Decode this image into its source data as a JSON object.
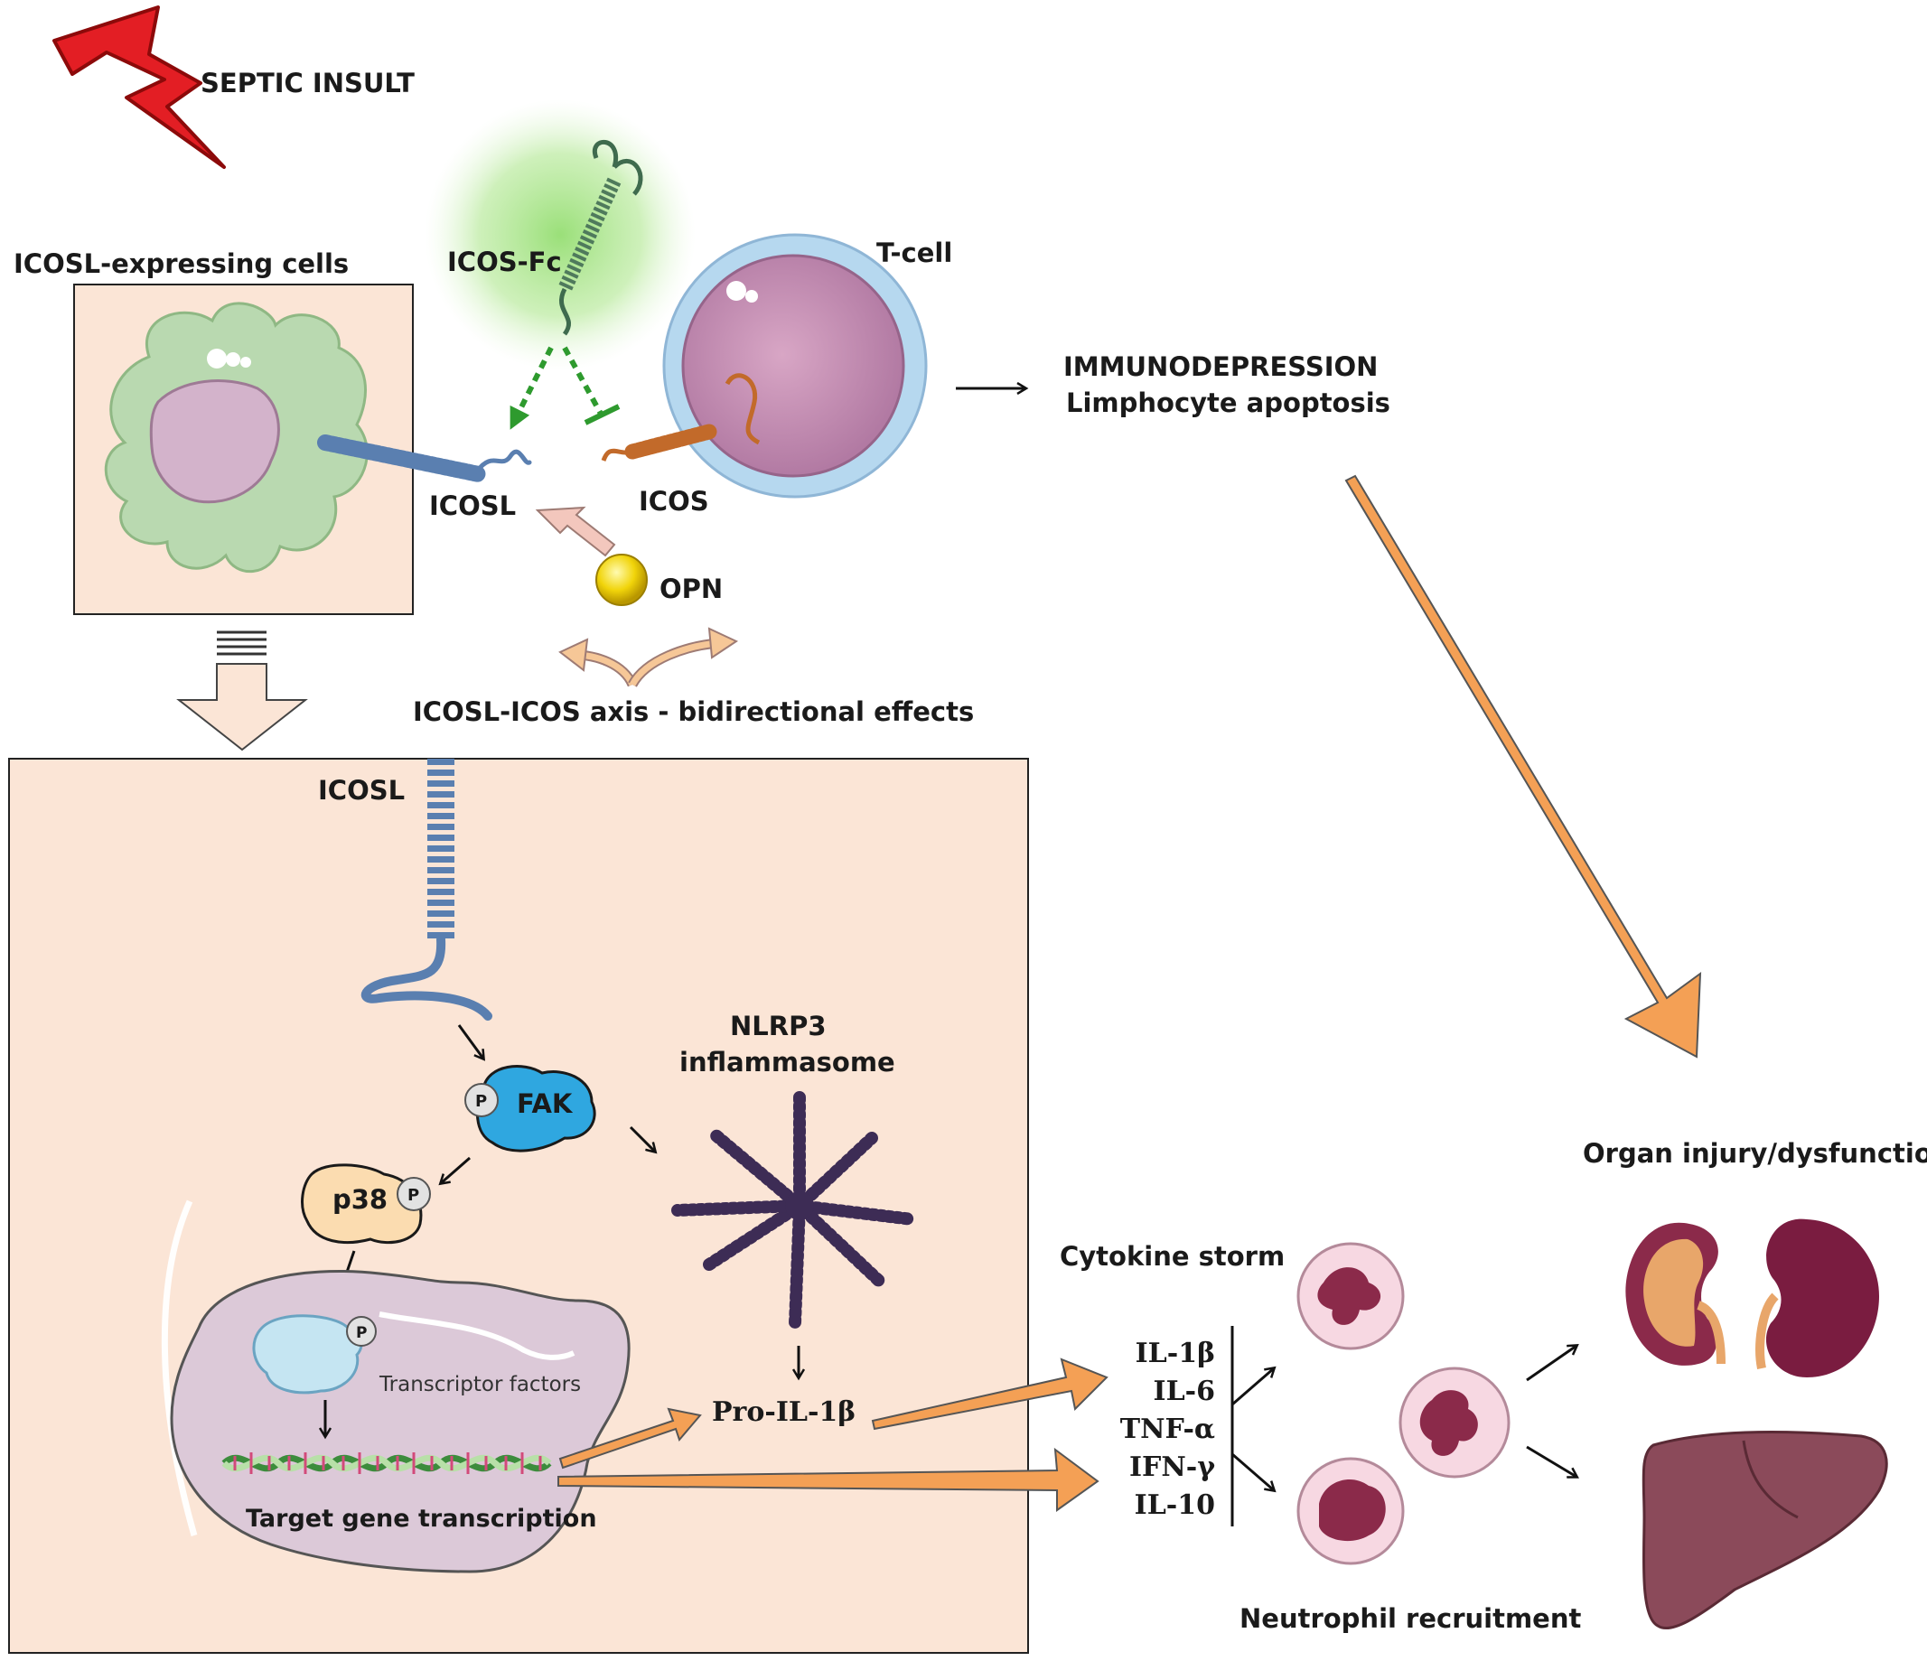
{
  "labels": {
    "septic_insult": "SEPTIC INSULT",
    "icosl_expressing_cells": "ICOSL-expressing cells",
    "icos_fc": "ICOS-Fc",
    "t_cell": "T-cell",
    "icosl_top": "ICOSL",
    "icos": "ICOS",
    "opn": "OPN",
    "immunodepression": "IMMUNODEPRESSION",
    "lymphocyte_apoptosis": "Limphocyte apoptosis",
    "axis_effects": "ICOSL-ICOS axis - bidirectional effects",
    "icosl_box": "ICOSL",
    "fak": "FAK",
    "p38": "p38",
    "phospho": "P",
    "nlrp3_line1": "NLRP3",
    "nlrp3_line2": "inflammasome",
    "transcription_factors": "Transcriptor factors",
    "target_gene_transcription": "Target gene transcription",
    "pro_il1b": "Pro-IL-1β",
    "cytokine_storm": "Cytokine storm",
    "cytokines": [
      "IL-1β",
      "IL-6",
      "TNF-α",
      "IFN-γ",
      "IL-10"
    ],
    "organ_injury": "Organ injury/dysfunction",
    "neutrophil_recruitment": "Neutrophil recruitment"
  },
  "colors": {
    "bolt": "#e31e24",
    "panel_fill": "#fbe5d6",
    "arrow_orange": "#f4a055",
    "green_dashed": "#2e9a2e",
    "icos_coil": "#c26a2a",
    "icosl_coil": "#5a7fb0",
    "fak": "#2fa7e0",
    "p38": "#fbdcb0",
    "nucleus": "#dcc9d8",
    "nlrp3": "#3d2c55",
    "neutrophil": "#f7d8e2",
    "liver": "#8b4a5a",
    "kidney": "#7a1c40"
  }
}
